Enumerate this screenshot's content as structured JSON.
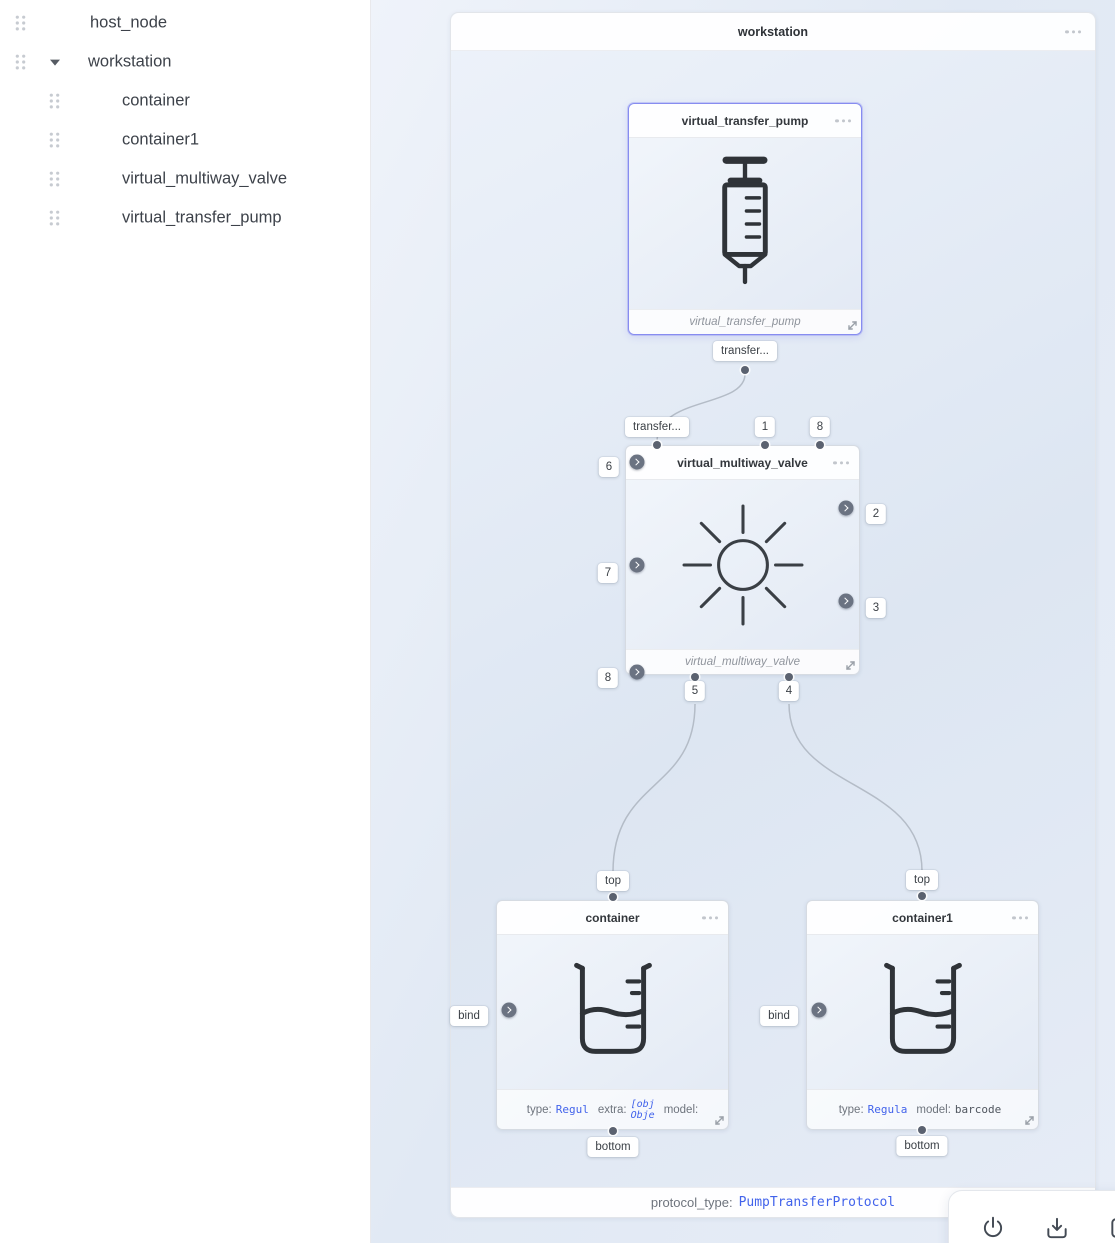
{
  "sidebar": {
    "items": [
      {
        "label": "host_node"
      },
      {
        "label": "workstation"
      },
      {
        "label": "container"
      },
      {
        "label": "container1"
      },
      {
        "label": "virtual_multiway_valve"
      },
      {
        "label": "virtual_transfer_pump"
      }
    ]
  },
  "workstation": {
    "title": "workstation",
    "protocol_label": "protocol_type:",
    "protocol_value": "PumpTransferProtocol"
  },
  "pump": {
    "title": "virtual_transfer_pump",
    "footer_label": "virtual_transfer_pump",
    "port_out": "transfer..."
  },
  "valve": {
    "title": "virtual_multiway_valve",
    "footer_label": "virtual_multiway_valve",
    "port_in": "transfer...",
    "port_1": "1",
    "port_8_top": "8",
    "port_6": "6",
    "port_7": "7",
    "port_2": "2",
    "port_3": "3",
    "port_8_bottom": "8",
    "port_5": "5",
    "port_4": "4"
  },
  "container": {
    "title": "container",
    "port_top": "top",
    "port_bind": "bind",
    "port_bottom": "bottom",
    "type_label": "type:",
    "type_value": "Regul",
    "extra_label": "extra:",
    "extra_value_line1": "[obj",
    "extra_value_line2": "Obje",
    "model_label": "model:"
  },
  "container1": {
    "title": "container1",
    "port_top": "top",
    "port_bind": "bind",
    "port_bottom": "bottom",
    "type_label": "type:",
    "type_value": "Regula",
    "model_label": "model:",
    "model_value": "barcode"
  }
}
